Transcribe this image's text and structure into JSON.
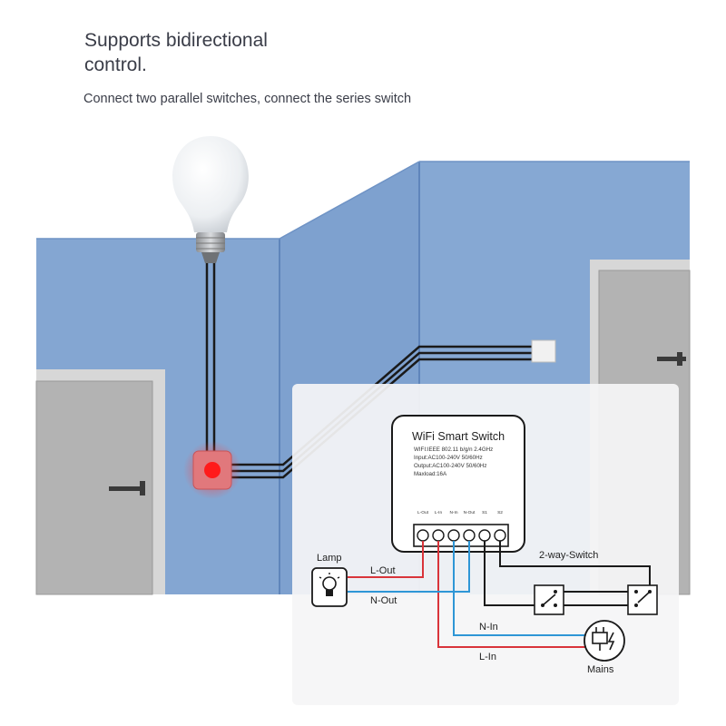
{
  "heading": {
    "line1": "Supports bidirectional",
    "line2": "control."
  },
  "subheading": "Connect two parallel switches, connect the series switch",
  "device": {
    "title": "WiFi  Smart  Switch",
    "specs": [
      "WIFI:IEEE 802.11 b/g/n 2.4GHz",
      "Input:AC100-240V 50/60Hz",
      "Output:AC100-240V 50/60Hz",
      "Maxload:16A"
    ],
    "terminals": [
      "L-Out",
      "L-In",
      "N-In",
      "N-Out",
      "S1",
      "S2"
    ]
  },
  "wiring": {
    "lamp_label": "Lamp",
    "l_out": "L-Out",
    "n_out": "N-Out",
    "n_in": "N-In",
    "l_in": "L-In",
    "mains_label": "Mains",
    "switch_label": "2-way-Switch"
  },
  "colors": {
    "wall": "#84a6d2",
    "wall_edge": "#5f85bb",
    "door": "#b3b3b3",
    "live_wire": "#d9343a",
    "neutral_wire": "#2e96d6",
    "switch_wire": "#1a1a1a",
    "indicator": "#ff1a1a"
  }
}
